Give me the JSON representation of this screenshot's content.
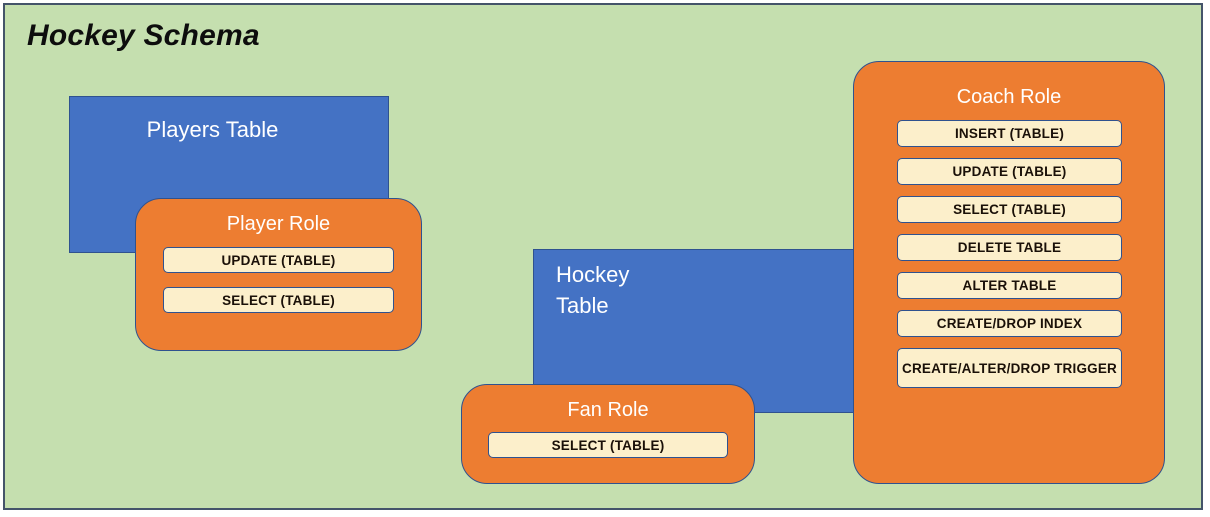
{
  "diagram": {
    "title": "Hockey Schema",
    "background_color": "#c5dfaf",
    "border_color": "#44546a",
    "table_color": "#4472c4",
    "role_color": "#ed7d31",
    "privilege_color": "#fcefcb"
  },
  "tables": [
    {
      "name": "players-table",
      "label": "Players Table"
    },
    {
      "name": "hockey-table",
      "label": "Hockey Table"
    }
  ],
  "roles": [
    {
      "name": "player-role",
      "title": "Player Role",
      "privileges": [
        "UPDATE (TABLE)",
        "SELECT (TABLE)"
      ]
    },
    {
      "name": "fan-role",
      "title": "Fan Role",
      "privileges": [
        "SELECT (TABLE)"
      ]
    },
    {
      "name": "coach-role",
      "title": "Coach Role",
      "privileges": [
        "INSERT (TABLE)",
        "UPDATE (TABLE)",
        "SELECT (TABLE)",
        "DELETE TABLE",
        "ALTER TABLE",
        "CREATE/DROP INDEX",
        "CREATE/ALTER/DROP TRIGGER"
      ]
    }
  ]
}
